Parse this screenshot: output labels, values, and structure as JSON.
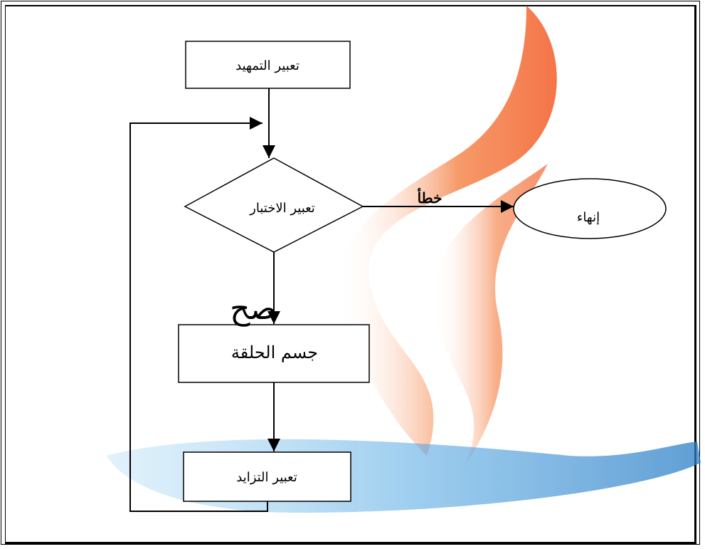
{
  "flowchart": {
    "init_label": "تعبير التمهيد",
    "test_label": "تعبير الاختبار",
    "end_label": "إنهاء",
    "body_label": "جسم الحلقة",
    "increment_label": "تعبير التزايد",
    "false_branch_label": "خطأ",
    "true_branch_label": "صح"
  },
  "colors": {
    "watermark_orange": "#f47a3a",
    "watermark_blue": "#3f9ee0",
    "line": "#000000"
  }
}
